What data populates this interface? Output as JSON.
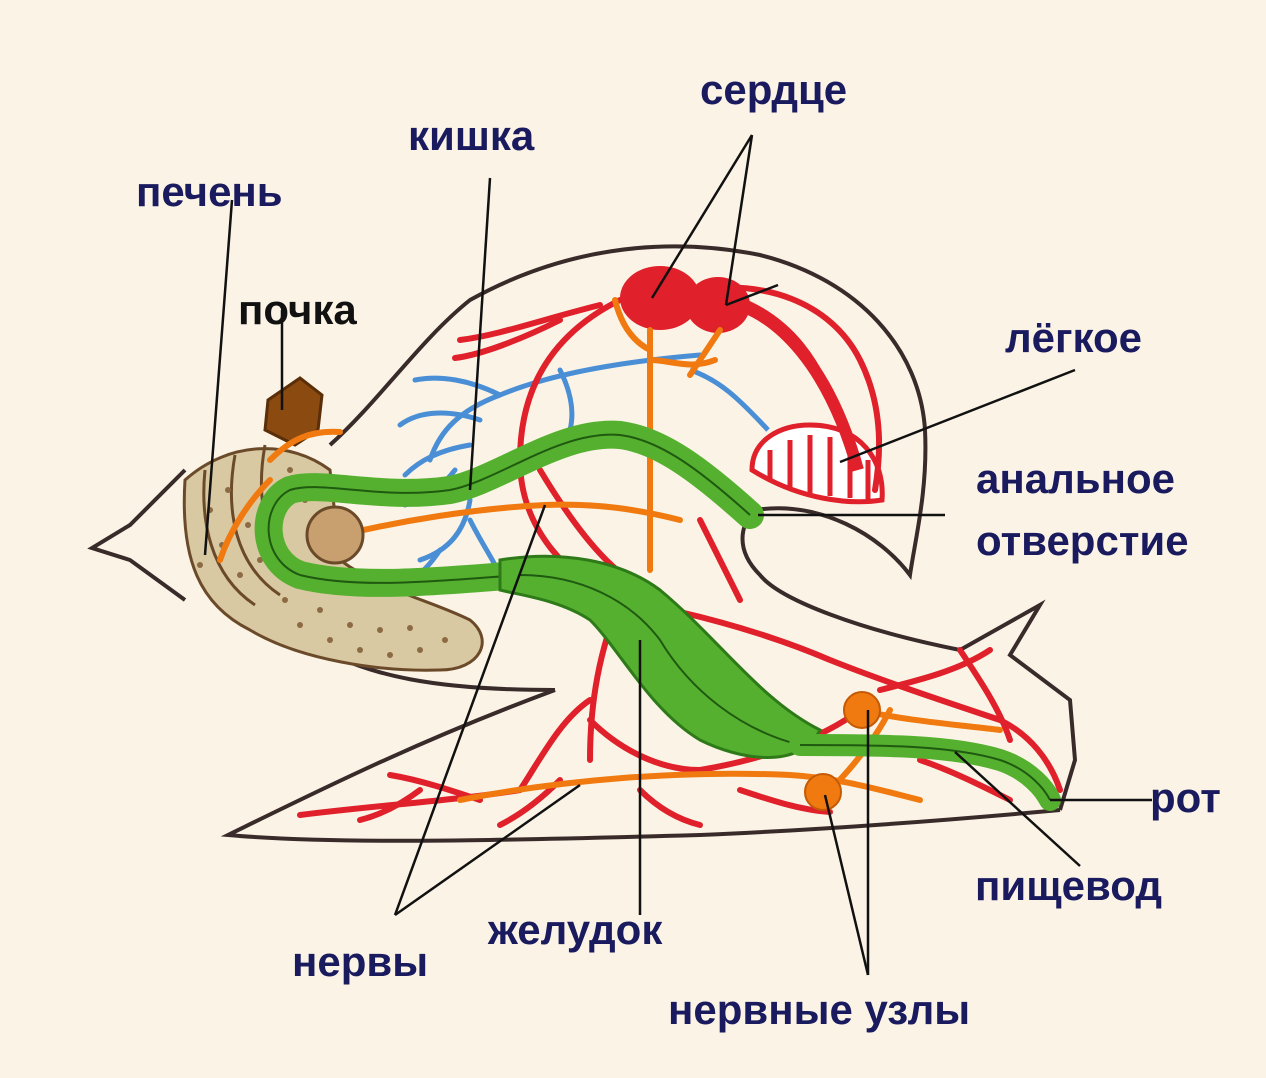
{
  "labels": {
    "heart": "сердце",
    "intestine": "кишка",
    "liver": "печень",
    "kidney": "почка",
    "lung": "лёгкое",
    "anus_line1": "анальное",
    "anus_line2": "отверстие",
    "mouth": "рот",
    "esophagus": "пищевод",
    "stomach": "желудок",
    "nerves": "нервы",
    "ganglia": "нервные узлы"
  },
  "colors": {
    "background": "#fbf4e6",
    "label_text": "#1a1a5e",
    "outline": "#3a2b2b",
    "blood_vessels": "#e0202a",
    "veins_blue": "#4a8fd6",
    "gut_green": "#55b030",
    "nerves_orange": "#f07a10",
    "kidney_brown": "#8a4a10",
    "liver_tan": "#d8c8a0"
  }
}
